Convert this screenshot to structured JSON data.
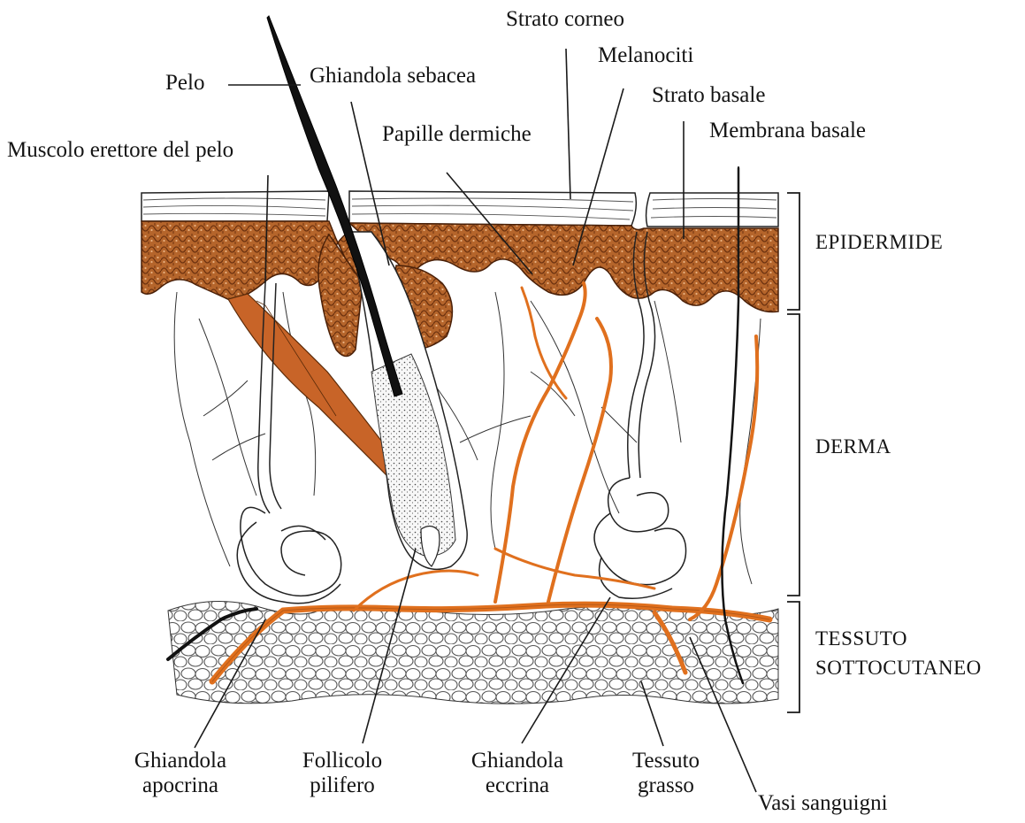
{
  "labels": {
    "strato_corneo": "Strato corneo",
    "melanociti": "Melanociti",
    "pelo": "Pelo",
    "ghiandola_sebacea": "Ghiandola sebacea",
    "strato_basale": "Strato basale",
    "papille_dermiche": "Papille dermiche",
    "membrana_basale": "Membrana basale",
    "muscolo_erettore": "Muscolo erettore del pelo",
    "ghiandola_apocrina": [
      "Ghiandola",
      "apocrina"
    ],
    "follicolo_pilifero": [
      "Follicolo",
      "pilifero"
    ],
    "ghiandola_eccrina": [
      "Ghiandola",
      "eccrina"
    ],
    "tessuto_grasso": [
      "Tessuto",
      "grasso"
    ],
    "vasi_sanguigni": "Vasi sanguigni"
  },
  "layers": {
    "epidermide": "EPIDERMIDE",
    "derma": "DERMA",
    "sottocutaneo": [
      "TESSUTO",
      "SOTTOCUTANEO"
    ]
  },
  "colors": {
    "epidermis": "#b06028",
    "epidermis_dark": "#7a3a12",
    "vessel": "#e0701e",
    "muscle": "#c86428",
    "ink": "#141414"
  }
}
